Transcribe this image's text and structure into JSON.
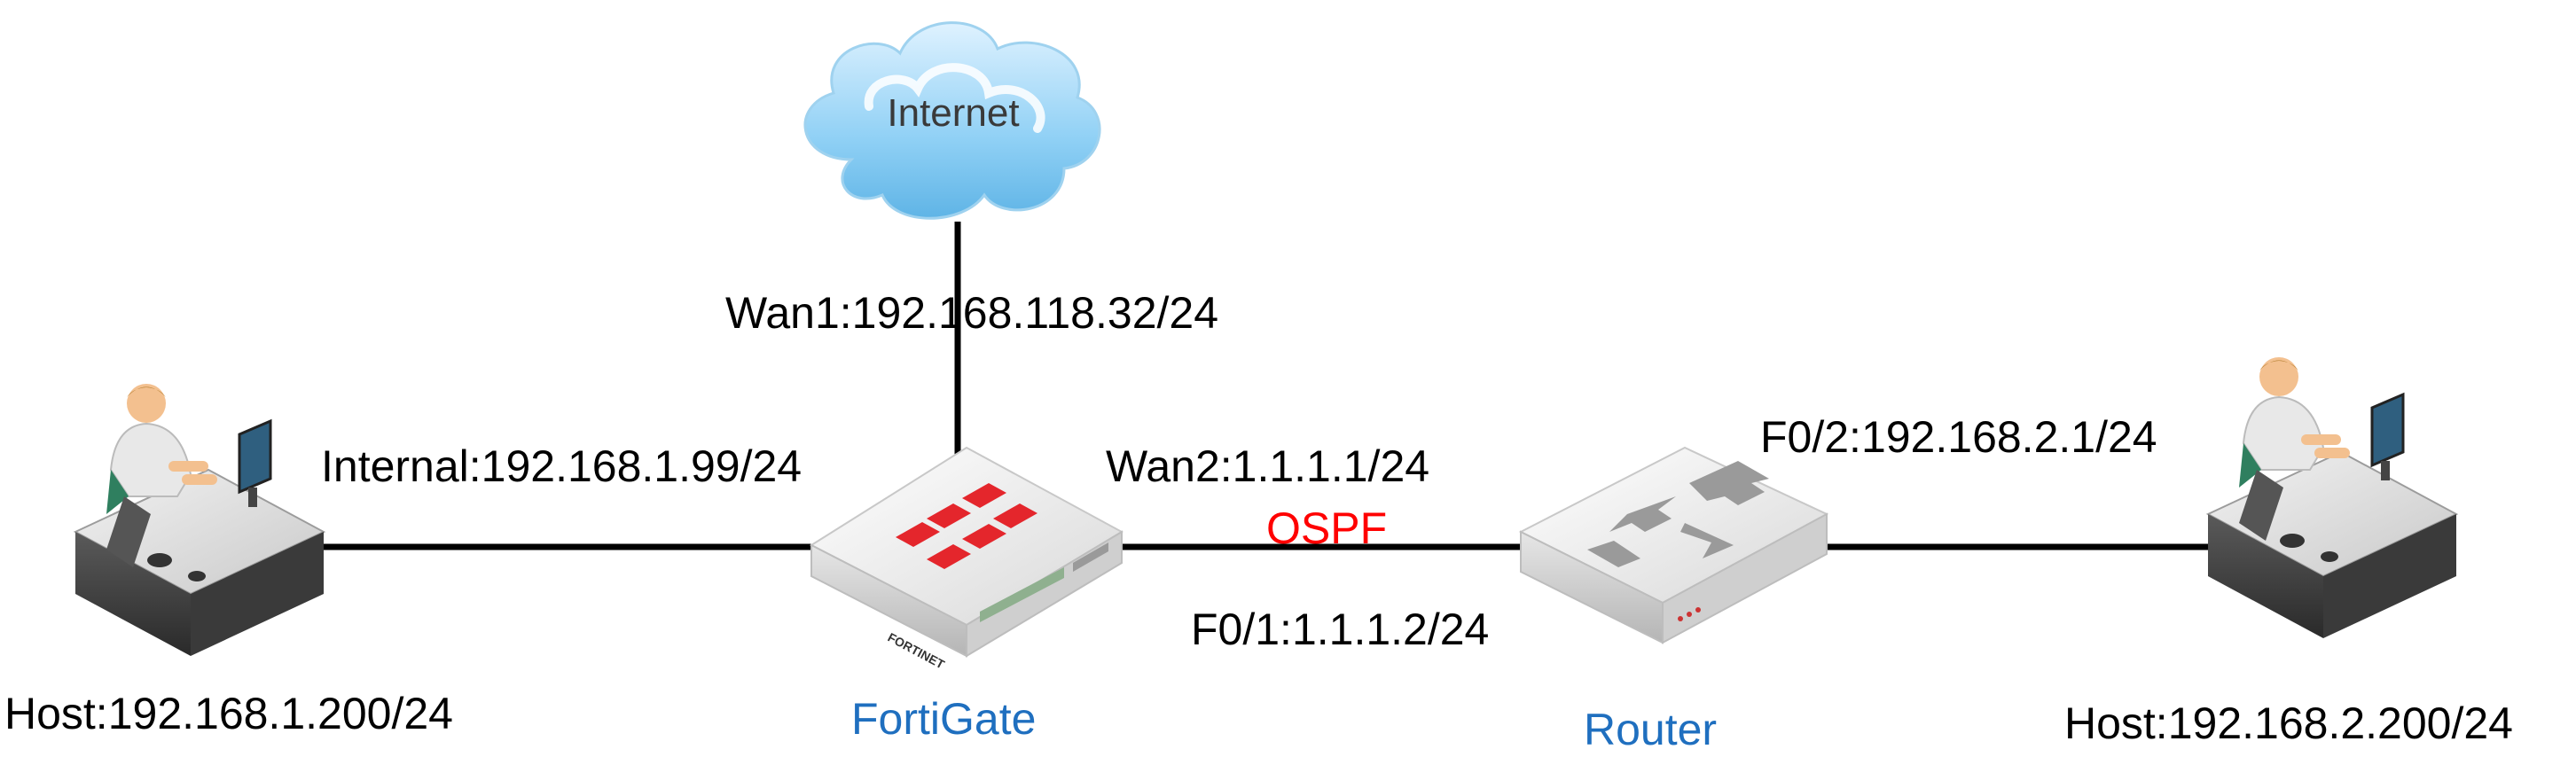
{
  "cloud": {
    "label": "Internet"
  },
  "labels": {
    "wan1": "Wan1:192.168.118.32/24",
    "internal": "Internal:192.168.1.99/24",
    "wan2": "Wan2:1.1.1.1/24",
    "ospf": "OSPF",
    "f01": "F0/1:1.1.1.2/24",
    "f02": "F0/2:192.168.2.1/24",
    "host_left": "Host:192.168.1.200/24",
    "host_right": "Host:192.168.2.200/24",
    "fortigate": "FortiGate",
    "router": "Router",
    "brand": "FORTINET"
  },
  "colors": {
    "link": "#000000",
    "device_name": "#1f6fbf",
    "protocol": "#ff0000",
    "fortinet_red": "#e4262c"
  }
}
